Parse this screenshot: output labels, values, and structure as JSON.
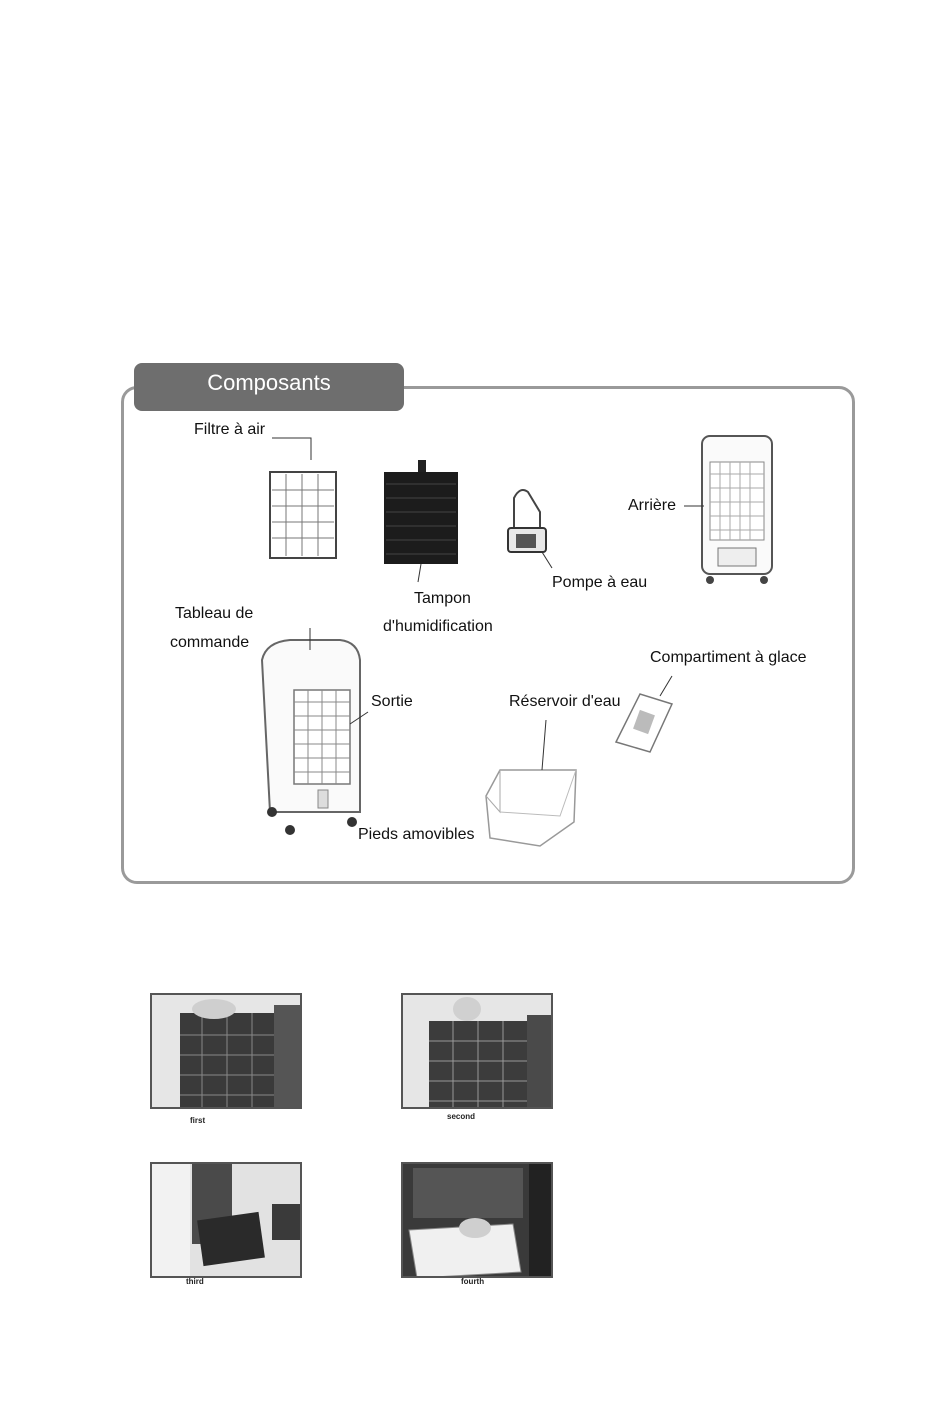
{
  "section": {
    "title": "Composants"
  },
  "labels": {
    "filtre": "Filtre à air",
    "tampon_1": "Tampon",
    "tampon_2": "d'humidification",
    "pompe": "Pompe à eau",
    "arriere": "Arrière",
    "tableau_1": "Tableau de",
    "tableau_2": "commande",
    "sortie": "Sortie",
    "reservoir": "Réservoir d'eau",
    "compartiment": "Compartiment à glace",
    "pieds": "Pieds amovibles"
  },
  "photos": [
    {
      "caption": "first"
    },
    {
      "caption": "second"
    },
    {
      "caption": "third"
    },
    {
      "caption": "fourth"
    }
  ]
}
